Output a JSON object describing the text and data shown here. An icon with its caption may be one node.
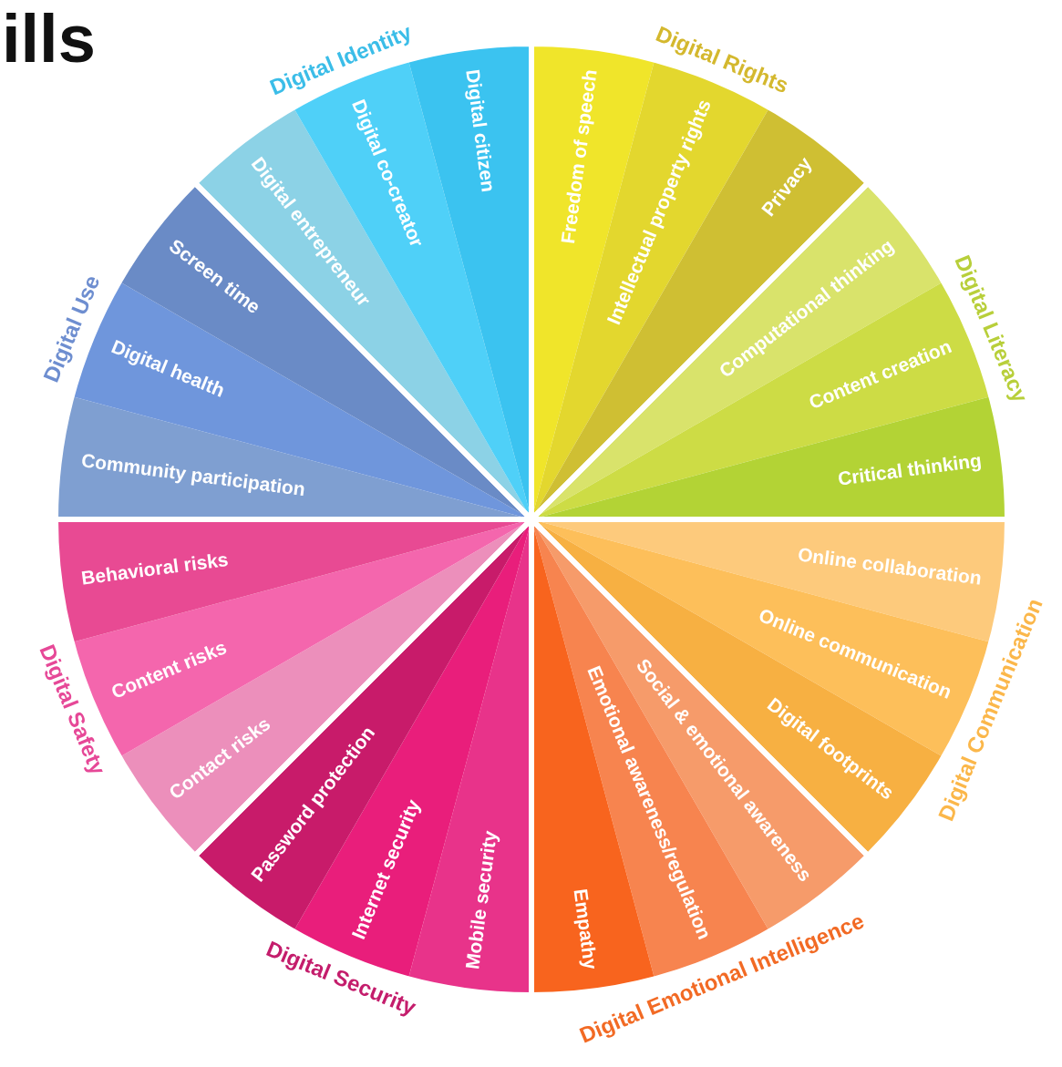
{
  "diagram": {
    "title": "ills",
    "nodes": [
      {
        "text": [
          "Digital Rights"
        ]
      },
      {
        "text": [
          "Freedom of speech"
        ],
        "in": 0
      },
      {
        "text": [
          "Intellectual property rights"
        ],
        "in": 0
      },
      {
        "text": [
          "Privacy"
        ],
        "in": 0
      },
      {
        "text": [
          "Digital Literacy"
        ]
      },
      {
        "text": [
          "Computational thinking"
        ],
        "in": 4
      },
      {
        "text": [
          "Content creation"
        ],
        "in": 4
      },
      {
        "text": [
          "Critical thinking"
        ],
        "in": 4
      },
      {
        "text": [
          "Digital Communication"
        ]
      },
      {
        "text": [
          "Online collaboration"
        ],
        "in": 8
      },
      {
        "text": [
          "Online communication"
        ],
        "in": 8
      },
      {
        "text": [
          "Digital footprints"
        ],
        "in": 8
      },
      {
        "text": [
          "Digital Emotional Intelligence"
        ]
      },
      {
        "text": [
          "Social & emotional awareness"
        ],
        "in": 12
      },
      {
        "text": [
          "Emotional awareness/regulation"
        ],
        "in": 12
      },
      {
        "text": [
          "Empathy"
        ],
        "in": 12
      },
      {
        "text": [
          "Digital Security"
        ]
      },
      {
        "text": [
          "Mobile security"
        ],
        "in": 16
      },
      {
        "text": [
          "Internet security"
        ],
        "in": 16
      },
      {
        "text": [
          "Password protection"
        ],
        "in": 16
      },
      {
        "text": [
          "Digital Safety"
        ]
      },
      {
        "text": [
          "Contact risks"
        ],
        "in": 20
      },
      {
        "text": [
          "Content risks"
        ],
        "in": 20
      },
      {
        "text": [
          "Behavioral risks"
        ],
        "in": 20
      },
      {
        "text": [
          "Digital Use"
        ]
      },
      {
        "text": [
          "Community participation"
        ],
        "in": 24
      },
      {
        "text": [
          "Digital health"
        ],
        "in": 24
      },
      {
        "text": [
          "Screen time"
        ],
        "in": 24
      },
      {
        "text": [
          "Digital Identity"
        ]
      },
      {
        "text": [
          "Digital entrepreneur"
        ],
        "in": 28
      },
      {
        "text": [
          "Digital co-creator"
        ],
        "in": 28
      },
      {
        "text": [
          "Digital citizen"
        ],
        "in": 28
      }
    ]
  }
}
